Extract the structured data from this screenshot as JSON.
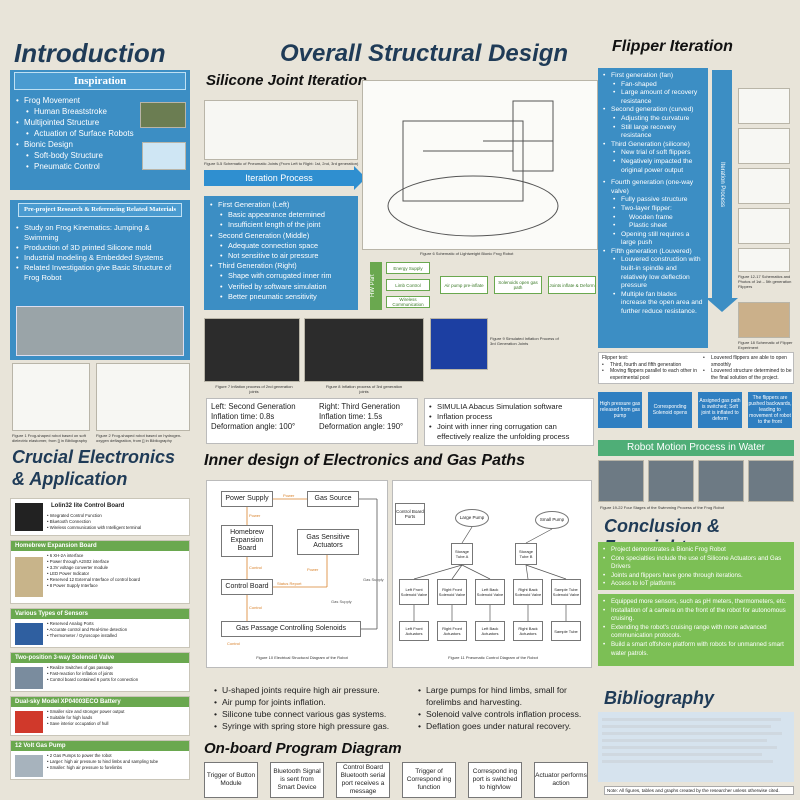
{
  "titles": {
    "introduction": "Introduction",
    "overall": "Overall Structural Design",
    "silicone": "Silicone Joint Iteration",
    "flipper": "Flipper Iteration",
    "crucial1": "Crucial Electronics",
    "crucial2": "& Application",
    "inner": "Inner design of Electronics and Gas Paths",
    "onboard": "On-board Program Diagram",
    "conclusion": "Conclusion & Foresight",
    "bibliography": "Bibliography"
  },
  "inspiration": {
    "header": "Inspiration",
    "items": [
      {
        "text": "Frog Movement",
        "sub": false
      },
      {
        "text": "Human Breaststroke",
        "sub": true
      },
      {
        "text": "Multijointed Structure",
        "sub": false
      },
      {
        "text": "Actuation of Surface Robots",
        "sub": true
      },
      {
        "text": "Bionic Design",
        "sub": false
      },
      {
        "text": "Soft-body Structure",
        "sub": true
      },
      {
        "text": "Pneumatic Control",
        "sub": true
      }
    ]
  },
  "preproject": {
    "header": "Pre-project Research & Referencing Related Materials",
    "items": [
      "Study on Frog Kinematics: Jumping & Swimming",
      "Production of 3D printed Silicone mold",
      "Industrial modeling & Embedded Systems",
      "Related Investigation give Basic Structure of Frog Robot"
    ],
    "fig1": "Figure 1 Frog-shaped robot based on soft dielectric elastomer, from [] in Bibliography",
    "fig2": "Figure 2 Frog-shaped robot based on hydrogen-oxygen deflagration, from [] in Bibliography"
  },
  "iteration_process": {
    "label": "Iteration Process",
    "fig5": "Figure 5-5 Schematic of Pneumatic Joints (From Left to Right: 1st, 2nd, 3rd generation)",
    "items": [
      {
        "text": "First Generation (Left)",
        "sub": false
      },
      {
        "text": "Basic appearance determined",
        "sub": true
      },
      {
        "text": "Insufficient length of the joint",
        "sub": true
      },
      {
        "text": "Second Generation (Middle)",
        "sub": false
      },
      {
        "text": "Adequate connection space",
        "sub": true
      },
      {
        "text": "Not sensitive to air pressure",
        "sub": true
      },
      {
        "text": "Third Generation (Right)",
        "sub": false
      },
      {
        "text": "Shape with corrugated inner rim",
        "sub": true
      },
      {
        "text": "Verified by software simulation",
        "sub": true
      },
      {
        "text": "Better pneumatic sensitivity",
        "sub": true
      }
    ]
  },
  "hw_part": {
    "label": "HW Part",
    "boxes": [
      "Energy Supply",
      "Limb Control",
      "Wireless Communication"
    ],
    "flow": [
      "Air pump pre-inflate",
      "Solenoids open gas path",
      "Joints inflate & Deform"
    ],
    "fig6": "Figure 6 Schematic of Lightweight Bionic Frog Robot"
  },
  "inflation": {
    "fig7": "Figure 7 Inflation process of 2nd generation joints",
    "fig8": "Figure 8 Inflation process of 3rd generation joints",
    "fig9": "Figure 9 Simulated Inflation Process of 3rd Generation Joints",
    "left_title": "Left: Second Generation",
    "left_time": "Inflation time: 0.8s",
    "left_angle": "Deformation angle: 100°",
    "right_title": "Right: Third Generation",
    "right_time": "Inflation time: 1.5s",
    "right_angle": "Deformation angle: 190°",
    "simulia": [
      "SIMULIA Abacus Simulation software",
      "Inflation process",
      "Joint with inner ring corrugation can effectively realize the unfolding process"
    ]
  },
  "flipper": {
    "items": [
      {
        "text": "First generation (fan)",
        "sub": false
      },
      {
        "text": "Fan-shaped",
        "sub": true
      },
      {
        "text": "Large amount of recovery resistance",
        "sub": true
      },
      {
        "text": "Second generation (curved)",
        "sub": false
      },
      {
        "text": "Adjusting the curvature",
        "sub": true
      },
      {
        "text": "Still large recovery resistance",
        "sub": true
      },
      {
        "text": "Third Generation (silicone)",
        "sub": false
      },
      {
        "text": "New trial of soft flippers",
        "sub": true
      },
      {
        "text": "Negatively impacted the original power output",
        "sub": true
      },
      {
        "text": "Fourth generation (one-way valve)",
        "sub": false
      },
      {
        "text": "Fully passive structure",
        "sub": true
      },
      {
        "text": "Two-layer flipper:",
        "sub": true
      },
      {
        "text": "Wooden frame",
        "sub": true
      },
      {
        "text": "Plastic sheet",
        "sub": true
      },
      {
        "text": "Opening still requires a large push",
        "sub": true
      },
      {
        "text": "Fifth generation (Louvered)",
        "sub": false
      },
      {
        "text": "Louvered construction with built-in spindle and relatively low deflection pressure",
        "sub": true
      },
      {
        "text": "Multiple fan blades increase the open area and further reduce resistance.",
        "sub": true
      }
    ],
    "iter_label": "Iteration Process",
    "fig1217": "Figure 12-17 Schematics and Photos of 1st – 5th generation Flippers",
    "fig18": "Figure 18 Schematic of Flipper Experiment",
    "test_title": "Flipper test:",
    "test_left": [
      "Third, fourth and fifth generation",
      "Moving flippers parallel to each other in experimental pool"
    ],
    "test_right": [
      "Louvered flippers are able to open smoothly",
      "Louvered structure determined to be the final solution of the project."
    ]
  },
  "motion": {
    "steps": [
      "High pressure gas released from gas pump",
      "Corresponding Solenoid opens",
      "Assigned gas path is switched; Soft joint is inflated to deform",
      "The flippers are pushed backwards, leading to movement of robot to the front"
    ],
    "label": "Robot Motion Process in Water",
    "fig1922": "Figure 19-22 Four Stages of the Swimming Process of the Frog Robot"
  },
  "electronics": [
    {
      "head": "Lolin32 lite Control Board",
      "items": [
        "Integrated Control Function",
        "Bluetooth Connection",
        "Wireless communication with Intelligent terminal"
      ]
    },
    {
      "head": "Homebrew Expansion Board",
      "items": [
        "6 XH-2A interface",
        "Power through A2S02 interface",
        "3.3V voltage converter module",
        "LED Power Indicator",
        "Reserved 12 External Interface of control board",
        "8 Power Supply Interface"
      ]
    },
    {
      "head": "Various Types of Sensors",
      "items": [
        "Reserved Analog Ports",
        "Accurate control and Real-time detection",
        "Thermometer / Gyroscope installed"
      ]
    },
    {
      "head": "Two-position 3-way Solenoid Valve",
      "items": [
        "Realize Switches of gas passage",
        "Fast-reaction for inflation of joints",
        "Control board contained 6 ports for connection"
      ]
    },
    {
      "head": "Dual-sky Model XP04003ECO Battery",
      "items": [
        "Smaller size and stronger power output",
        "Suitable for high loads",
        "Save interior occupation of hull"
      ]
    },
    {
      "head": "12 Volt Gas Pump",
      "items": [
        "2 Gas Pumps to power the robot",
        "Larger: high air pressure to hind limbs and sampling tube",
        "Smaller: high air pressure to forelimbs"
      ]
    }
  ],
  "circuit": {
    "boxes": [
      "Power Supply",
      "Gas Source",
      "Homebrew Expansion Board",
      "Gas Sensitive Actuators",
      "Control Board",
      "Gas Passage Controlling Solenoids"
    ],
    "labels": [
      "Power",
      "Power",
      "Control",
      "Status Report",
      "Power",
      "Control",
      "Gas Supply",
      "Gas Supply",
      "Control"
    ],
    "fig10": "Figure 10 Electrical Structural Diagram of the Robot"
  },
  "pneumatic": {
    "top": [
      "Control Board Ports",
      "Large Pump",
      "Small Pump"
    ],
    "tubes": [
      "Storage Tube A",
      "Storage Tube B"
    ],
    "valves": [
      "Left Front Solenoid Valve",
      "Right Front Solenoid Valve",
      "Left Back Solenoid Valve",
      "Right Back Solenoid Valve",
      "Sample Tube Solenoid Valve"
    ],
    "actuators": [
      "Left Front Actuators",
      "Right Front Actuators",
      "Left Back Actuators",
      "Right Back Actuators",
      "Sample Tube"
    ],
    "fig11": "Figure 11 Pneumatic Control Diagram of the Robot"
  },
  "gas_bullets_left": [
    "U-shaped joints require high air pressure.",
    "Air pump for joints inflation.",
    "Silicone tube connect various gas systems.",
    "Syringe with spring store high pressure gas."
  ],
  "gas_bullets_right": [
    "Large pumps for hind limbs, small for forelimbs and harvesting.",
    "Solenoid valve controls inflation process.",
    "Deflation goes under natural recovery."
  ],
  "program_flow": [
    "Trigger of Button Module",
    "Bluetooth Signal is sent from Smart Device",
    "Control Board Bluetooth serial port receives a message",
    "Trigger of Correspond ing function",
    "Correspond ing port is switched to high/low",
    "Actuator performs action"
  ],
  "conclusion": {
    "block1": [
      "Project demonstrates a Bionic Frog Robot",
      "Core specialties include the use of Silicone Actuators and Gas Drivers",
      "Joints and flippers have gone through iterations.",
      "Access to IoT platforms"
    ],
    "block2": [
      "Equipped more sensors, such as pH meters, thermometers, etc.",
      "Installation of a camera on the front of the robot for autonomous cruising.",
      "Extending the robot's cruising range with more advanced communication protocols.",
      "Build a smart offshore platform with robots for unmanned smart water patrols."
    ]
  },
  "bibliography": {
    "note": "Note: All figures, tables and graphs created by the researcher unless otherwise cited."
  }
}
